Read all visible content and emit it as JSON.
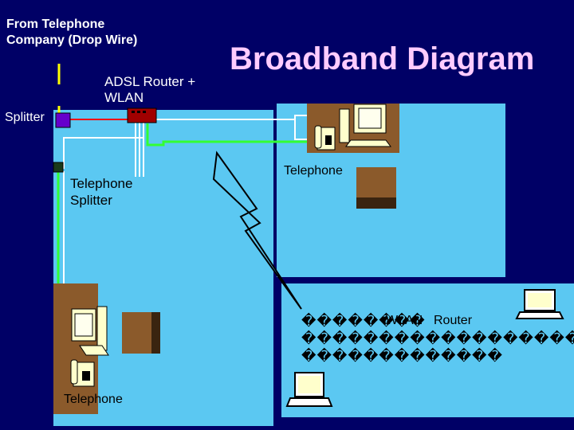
{
  "title": "Broadband Diagram",
  "labels": {
    "drop_wire_line1": "From Telephone",
    "drop_wire_line2": "Company (Drop Wire)",
    "router_line1": "ADSL Router +",
    "router_line2": "WLAN",
    "splitter": "Splitter",
    "tel_splitter_line1": "Telephone",
    "tel_splitter_line2": "Splitter",
    "telephone_room2": "Telephone",
    "telephone_room1": "Telephone",
    "garbled_line1": "��������",
    "wlan_router_overlap_a": "WLAN",
    "wlan_router_overlap_b": "Router",
    "garbled_line2": "������������������",
    "garbled_line3": "�������������"
  },
  "colors": {
    "background": "#000066",
    "room": "#5bc8f2",
    "desk": "#8b5a2b",
    "wire_yellow": "#ffff00",
    "wire_red": "#ff0000",
    "wire_white": "#ffffff",
    "wire_green": "#33ff33",
    "title": "#ffccff",
    "label_light": "#ffffff",
    "label_dark": "#000000"
  },
  "icons": [
    "splitter-box-icon",
    "router-icon",
    "lightning-bolt-icon",
    "computer-icon",
    "telephone-icon",
    "laptop-icon",
    "filing-cabinet-icon"
  ]
}
